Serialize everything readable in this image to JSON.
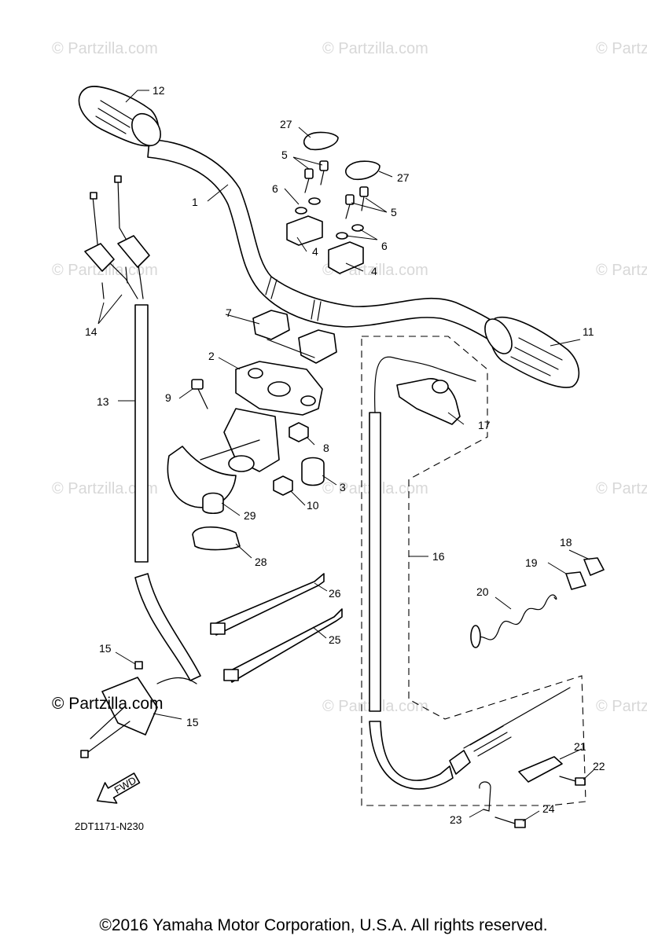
{
  "watermark": "© Partzilla.com",
  "brand_label": "© Partzilla.com",
  "diagram_code": "2DT1171-N230",
  "fwd_label": "FWD",
  "copyright": "©2016 Yamaha Motor Corporation, U.S.A. All rights reserved.",
  "callouts": {
    "c1": "1",
    "c2": "2",
    "c3": "3",
    "c4a": "4",
    "c4b": "4",
    "c5a": "5",
    "c5b": "5",
    "c6a": "6",
    "c6b": "6",
    "c7": "7",
    "c8": "8",
    "c9": "9",
    "c10": "10",
    "c11": "11",
    "c12": "12",
    "c13": "13",
    "c14": "14",
    "c15a": "15",
    "c15b": "15",
    "c16": "16",
    "c17": "17",
    "c18": "18",
    "c19": "19",
    "c20": "20",
    "c21": "21",
    "c22": "22",
    "c23": "23",
    "c24": "24",
    "c25": "25",
    "c26": "26",
    "c27a": "27",
    "c27b": "27",
    "c28": "28",
    "c29": "29"
  }
}
